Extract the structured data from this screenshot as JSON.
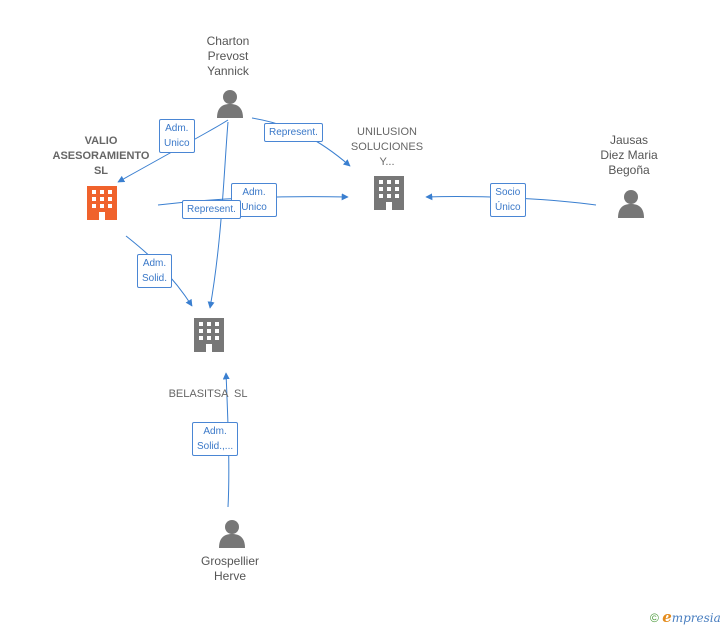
{
  "colors": {
    "edge": "#3a7fd0",
    "person_icon": "#777777",
    "company_icon": "#777777",
    "company_icon_highlight": "#f0622c"
  },
  "nodes": {
    "charton": {
      "lines": [
        "Charton",
        "Prevost",
        "Yannick"
      ],
      "icon": "person-icon"
    },
    "valio": {
      "lines": [
        "VALIO",
        "ASESORAMIENTO",
        "SL"
      ],
      "icon": "building-icon"
    },
    "unilusion": {
      "lines": [
        "UNILUSION",
        "SOLUCIONES",
        "Y..."
      ],
      "icon": "building-icon"
    },
    "jausas": {
      "lines": [
        "Jausas",
        "Diez Maria",
        "Begoña"
      ],
      "icon": "person-icon"
    },
    "belasitsa": {
      "lines": [
        "BELASITSA  SL"
      ],
      "icon": "building-icon"
    },
    "grospellier": {
      "lines": [
        "Grospellier",
        "Herve"
      ],
      "icon": "person-icon"
    }
  },
  "edges": {
    "charton_valio": {
      "lines": [
        "Adm.",
        "Unico"
      ]
    },
    "charton_unilusion": {
      "lines": [
        "Represent."
      ]
    },
    "valio_unilusion": {
      "lines": [
        "Adm.",
        "Unico"
      ]
    },
    "charton_belasitsa": {
      "lines": [
        "Represent."
      ]
    },
    "valio_belasitsa": {
      "lines": [
        "Adm.",
        "Solid."
      ]
    },
    "jausas_unilusion": {
      "lines": [
        "Socio",
        "Único"
      ]
    },
    "grospellier_belasitsa": {
      "lines": [
        "Adm.",
        "Solid.,..."
      ]
    }
  },
  "footer": {
    "copyright": "©",
    "brand_initial": "e",
    "brand_rest": "mpresia"
  }
}
